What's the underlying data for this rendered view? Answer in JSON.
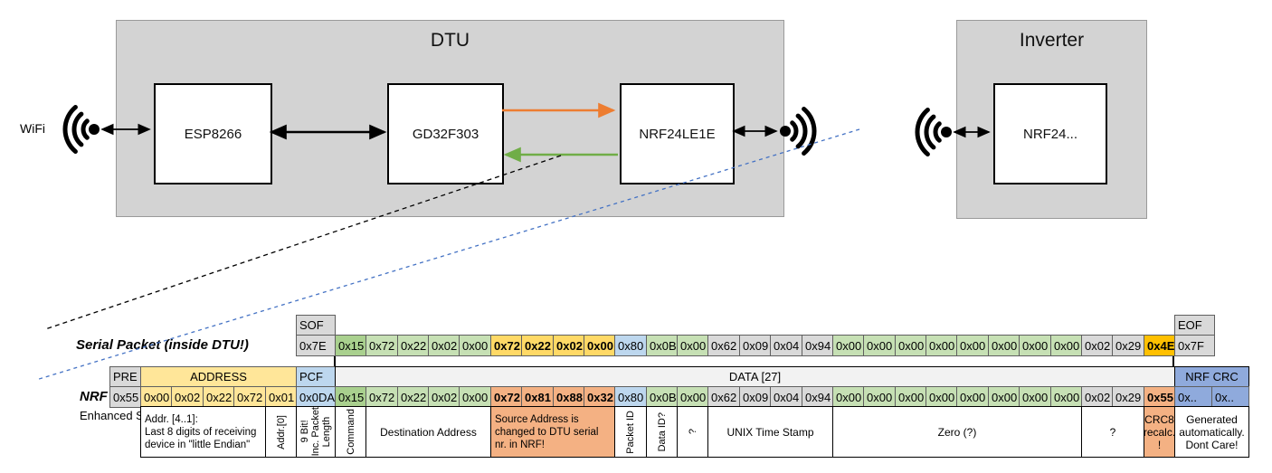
{
  "palette": {
    "g1": "#A9D08E",
    "g2": "#C6E0B4",
    "yb": "#FFD966",
    "gold": "#FFC000",
    "blue": "#BDD7EE",
    "gray": "#D9D9D9",
    "sal": "#F4B183",
    "crcblue": "#8FAADC",
    "band": "#F2F2F2",
    "addr": "#FFE699",
    "arrow_orange": "#ED7D31",
    "arrow_green": "#70AD47",
    "dashed_blue": "#4472C4",
    "dashed_black": "#000000"
  },
  "diagram": {
    "wifi_label": "WiFi",
    "dtu_title": "DTU",
    "inverter_title": "Inverter",
    "components": {
      "esp": "ESP8266",
      "gd": "GD32F303",
      "nrf_dtu": "NRF24LE1E",
      "nrf_inv": "NRF24..."
    }
  },
  "serial": {
    "label": "Serial Packet (inside DTU!)",
    "sof_header": "SOF",
    "sof_value": "0x7E",
    "eof_header": "EOF",
    "eof_value": "0x7F",
    "bytes": [
      {
        "v": "0x15",
        "s": "g1"
      },
      {
        "v": "0x72",
        "s": "g2"
      },
      {
        "v": "0x22",
        "s": "g2"
      },
      {
        "v": "0x02",
        "s": "g2"
      },
      {
        "v": "0x00",
        "s": "g2"
      },
      {
        "v": "0x72",
        "s": "yb"
      },
      {
        "v": "0x22",
        "s": "yb"
      },
      {
        "v": "0x02",
        "s": "yb"
      },
      {
        "v": "0x00",
        "s": "yb"
      },
      {
        "v": "0x80",
        "s": "blue"
      },
      {
        "v": "0x0B",
        "s": "g2"
      },
      {
        "v": "0x00",
        "s": "g2"
      },
      {
        "v": "0x62",
        "s": "gray"
      },
      {
        "v": "0x09",
        "s": "gray"
      },
      {
        "v": "0x04",
        "s": "gray"
      },
      {
        "v": "0x94",
        "s": "gray"
      },
      {
        "v": "0x00",
        "s": "g2"
      },
      {
        "v": "0x00",
        "s": "g2"
      },
      {
        "v": "0x00",
        "s": "g2"
      },
      {
        "v": "0x00",
        "s": "g2"
      },
      {
        "v": "0x00",
        "s": "g2"
      },
      {
        "v": "0x00",
        "s": "g2"
      },
      {
        "v": "0x00",
        "s": "g2"
      },
      {
        "v": "0x00",
        "s": "g2"
      },
      {
        "v": "0x02",
        "s": "gray"
      },
      {
        "v": "0x29",
        "s": "gray"
      },
      {
        "v": "0x4E",
        "s": "gold"
      }
    ]
  },
  "nrf": {
    "label": "NRF Packet",
    "sublabel": "Enhanced Shockburst",
    "pre_header": "PRE",
    "pre_value": "0x55",
    "address_header": "ADDRESS",
    "address_values": [
      "0x00",
      "0x02",
      "0x22",
      "0x72",
      "0x01"
    ],
    "pcf_header": "PCF",
    "pcf_value": "0x0DA",
    "data_header": "DATA [27]",
    "crc_header": "NRF CRC",
    "crc_values": [
      "0x..",
      "0x.."
    ],
    "bytes": [
      {
        "v": "0x15",
        "s": "g1"
      },
      {
        "v": "0x72",
        "s": "g2"
      },
      {
        "v": "0x22",
        "s": "g2"
      },
      {
        "v": "0x02",
        "s": "g2"
      },
      {
        "v": "0x00",
        "s": "g2"
      },
      {
        "v": "0x72",
        "s": "sal"
      },
      {
        "v": "0x81",
        "s": "sal"
      },
      {
        "v": "0x88",
        "s": "sal"
      },
      {
        "v": "0x32",
        "s": "sal"
      },
      {
        "v": "0x80",
        "s": "blue"
      },
      {
        "v": "0x0B",
        "s": "g2"
      },
      {
        "v": "0x00",
        "s": "g2"
      },
      {
        "v": "0x62",
        "s": "gray"
      },
      {
        "v": "0x09",
        "s": "gray"
      },
      {
        "v": "0x04",
        "s": "gray"
      },
      {
        "v": "0x94",
        "s": "gray"
      },
      {
        "v": "0x00",
        "s": "g2"
      },
      {
        "v": "0x00",
        "s": "g2"
      },
      {
        "v": "0x00",
        "s": "g2"
      },
      {
        "v": "0x00",
        "s": "g2"
      },
      {
        "v": "0x00",
        "s": "g2"
      },
      {
        "v": "0x00",
        "s": "g2"
      },
      {
        "v": "0x00",
        "s": "g2"
      },
      {
        "v": "0x00",
        "s": "g2"
      },
      {
        "v": "0x02",
        "s": "gray"
      },
      {
        "v": "0x29",
        "s": "gray"
      },
      {
        "v": "0x55",
        "s": "sal"
      }
    ]
  },
  "annotations": [
    {
      "area": "addr",
      "from": 0,
      "to": 3,
      "text": "Addr. [4..1]:\nLast 8 digits of receiving\ndevice in \"little Endian\"",
      "vertical": false,
      "bg": "white",
      "align": "left"
    },
    {
      "area": "addr",
      "from": 4,
      "to": 4,
      "text": "Addr.[0]",
      "vertical": true,
      "bg": "white"
    },
    {
      "area": "pcf",
      "from": 0,
      "to": 0,
      "text": "9 Bit!\nInc. Packet\nLength",
      "vertical": true,
      "bg": "white"
    },
    {
      "area": "data",
      "from": 0,
      "to": 0,
      "text": "Command",
      "vertical": true,
      "bg": "white"
    },
    {
      "area": "data",
      "from": 1,
      "to": 4,
      "text": "Destination Address",
      "vertical": false,
      "bg": "white"
    },
    {
      "area": "data",
      "from": 5,
      "to": 8,
      "text": "Source Address is\nchanged to DTU serial\nnr. in NRF!",
      "vertical": false,
      "bg": "sal",
      "align": "left"
    },
    {
      "area": "data",
      "from": 9,
      "to": 9,
      "text": "Packet ID",
      "vertical": true,
      "bg": "white"
    },
    {
      "area": "data",
      "from": 10,
      "to": 10,
      "text": "Data ID?",
      "vertical": true,
      "bg": "white"
    },
    {
      "area": "data",
      "from": 11,
      "to": 11,
      "text": "?",
      "vertical": true,
      "bg": "white"
    },
    {
      "area": "data",
      "from": 12,
      "to": 15,
      "text": "UNIX Time Stamp",
      "vertical": false,
      "bg": "white"
    },
    {
      "area": "data",
      "from": 16,
      "to": 23,
      "text": "Zero (?)",
      "vertical": false,
      "bg": "white"
    },
    {
      "area": "data",
      "from": 24,
      "to": 25,
      "text": "?",
      "vertical": false,
      "bg": "white"
    },
    {
      "area": "data",
      "from": 26,
      "to": 26,
      "text": "CRC8\nrecalc.\n!",
      "vertical": false,
      "bg": "sal"
    },
    {
      "area": "crc",
      "from": 0,
      "to": 1,
      "text": "Generated\nautomatically.\nDont Care!",
      "vertical": false,
      "bg": "white"
    }
  ]
}
